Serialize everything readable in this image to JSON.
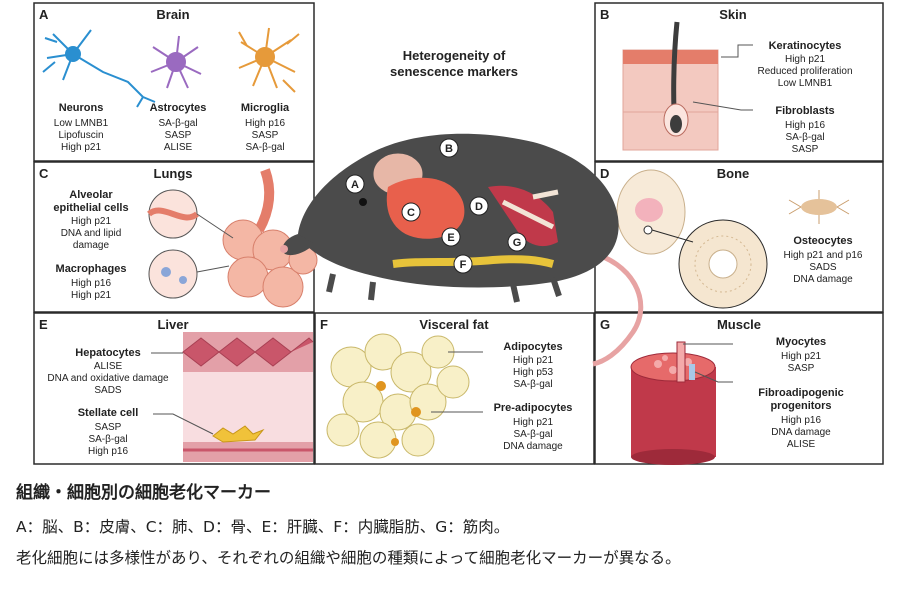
{
  "figure": {
    "center_title": [
      "Heterogeneity of",
      "senescence markers"
    ],
    "mouse_markers": [
      "A",
      "B",
      "C",
      "D",
      "E",
      "F",
      "G"
    ],
    "panels": {
      "brain": {
        "letter": "A",
        "title": "Brain",
        "cells": [
          {
            "name": "Neurons",
            "markers": [
              "Low LMNB1",
              "Lipofuscin",
              "High p21"
            ]
          },
          {
            "name": "Astrocytes",
            "markers": [
              "SA-β-gal",
              "SASP",
              "ALISE"
            ]
          },
          {
            "name": "Microglia",
            "markers": [
              "High p16",
              "SASP",
              "SA-β-gal"
            ]
          }
        ]
      },
      "skin": {
        "letter": "B",
        "title": "Skin",
        "cells": [
          {
            "name": "Keratinocytes",
            "markers": [
              "High p21",
              "Reduced proliferation",
              "Low LMNB1"
            ]
          },
          {
            "name": "Fibroblasts",
            "markers": [
              "High p16",
              "SA-β-gal",
              "SASP"
            ]
          }
        ]
      },
      "lungs": {
        "letter": "C",
        "title": "Lungs",
        "cells": [
          {
            "name_lines": [
              "Alveolar",
              "epithelial cells"
            ],
            "markers": [
              "High p21",
              "DNA and lipid",
              "damage"
            ]
          },
          {
            "name_lines": [
              "Macrophages"
            ],
            "markers": [
              "High p16",
              "High p21"
            ]
          }
        ]
      },
      "bone": {
        "letter": "D",
        "title": "Bone",
        "cells": [
          {
            "name": "Osteocytes",
            "markers": [
              "High p21 and p16",
              "SADS",
              "DNA damage"
            ]
          }
        ]
      },
      "liver": {
        "letter": "E",
        "title": "Liver",
        "cells": [
          {
            "name": "Hepatocytes",
            "markers": [
              "ALISE",
              "DNA and oxidative damage",
              "SADS"
            ]
          },
          {
            "name": "Stellate cell",
            "markers": [
              "SASP",
              "SA-β-gal",
              "High p16"
            ]
          }
        ]
      },
      "fat": {
        "letter": "F",
        "title": "Visceral fat",
        "cells": [
          {
            "name": "Adipocytes",
            "markers": [
              "High p21",
              "High p53",
              "SA-β-gal"
            ]
          },
          {
            "name": "Pre-adipocytes",
            "markers": [
              "High p21",
              "SA-β-gal",
              "DNA damage"
            ]
          }
        ]
      },
      "muscle": {
        "letter": "G",
        "title": "Muscle",
        "cells": [
          {
            "name": "Myocytes",
            "markers": [
              "High p21",
              "SASP"
            ]
          },
          {
            "name_lines": [
              "Fibroadipogenic",
              "progenitors"
            ],
            "markers": [
              "High p16",
              "DNA damage",
              "ALISE"
            ]
          }
        ]
      }
    }
  },
  "caption": {
    "title": "組織・細胞別の細胞老化マーカー",
    "line1": "A：脳、B：皮膚、C：肺、D：骨、E：肝臓、F：内臓脂肪、G：筋肉。",
    "line2": "老化細胞には多様性があり、それぞれの組織や細胞の種類によって細胞老化マーカーが異なる。"
  },
  "colors": {
    "border": "#2b2b2b",
    "skin": "#f0b8b0",
    "organ": "#e8604c",
    "muscle": "#c0394a",
    "fat": "#f7efc2",
    "mouse": "#4b4b4b"
  }
}
